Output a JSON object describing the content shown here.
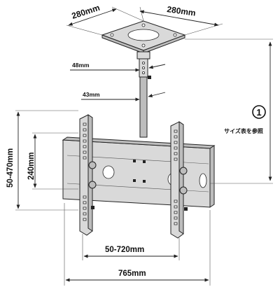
{
  "diagram": {
    "dimensions": {
      "plate_width_a": "280mm",
      "plate_width_b": "280mm",
      "pole_offset_upper": "48mm",
      "pole_offset_lower": "43mm",
      "vertical_range": "50-470mm",
      "bracket_height": "240mm",
      "vesa_width_range": "50-720mm",
      "overall_width": "765mm"
    },
    "note": {
      "marker": "1",
      "text": "サイズ表を参照"
    }
  }
}
